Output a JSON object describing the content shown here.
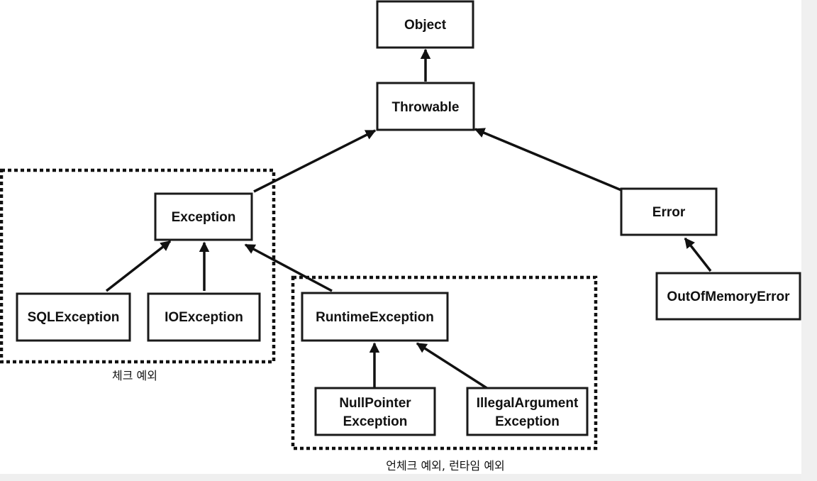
{
  "nodes": {
    "object": "Object",
    "throwable": "Throwable",
    "exception": "Exception",
    "error": "Error",
    "out_of_memory_error": "OutOfMemoryError",
    "sql_exception": "SQLException",
    "io_exception": "IOException",
    "runtime_exception": "RuntimeException",
    "null_pointer_exception": [
      "NullPointer",
      "Exception"
    ],
    "illegal_argument_exception": [
      "IllegalArgument",
      "Exception"
    ]
  },
  "groups": {
    "checked": "체크 예외",
    "unchecked": "언체크 예외, 런타임 예외"
  },
  "edges": [
    {
      "from": "throwable",
      "to": "object"
    },
    {
      "from": "exception",
      "to": "throwable"
    },
    {
      "from": "error",
      "to": "throwable"
    },
    {
      "from": "out_of_memory_error",
      "to": "error"
    },
    {
      "from": "sql_exception",
      "to": "exception"
    },
    {
      "from": "io_exception",
      "to": "exception"
    },
    {
      "from": "runtime_exception",
      "to": "exception"
    },
    {
      "from": "null_pointer_exception",
      "to": "runtime_exception"
    },
    {
      "from": "illegal_argument_exception",
      "to": "runtime_exception"
    }
  ]
}
